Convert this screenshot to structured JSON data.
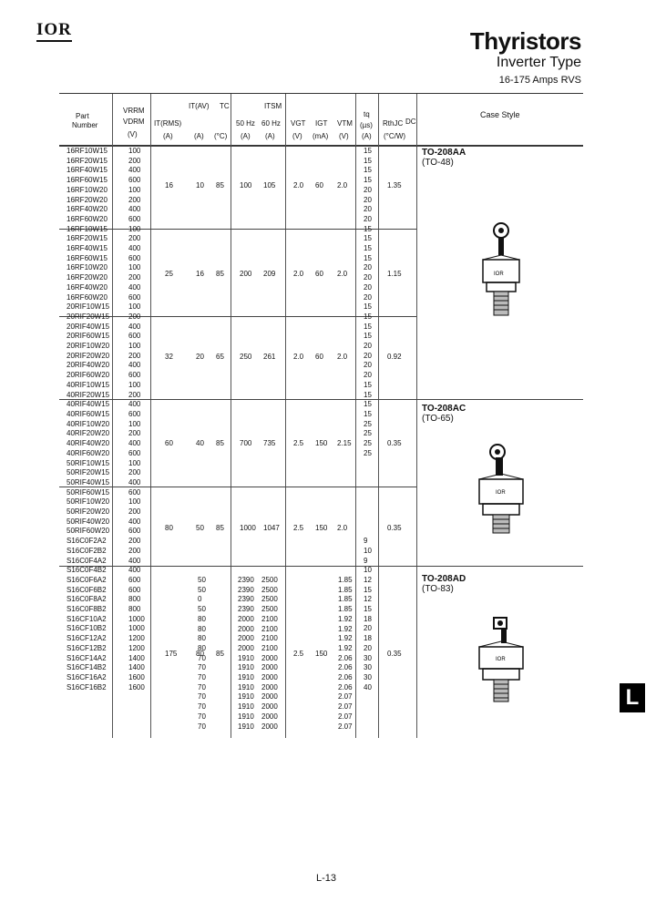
{
  "brand": {
    "logo": "IOR"
  },
  "title": "Thyristors",
  "subtitle": "Inverter Type",
  "range": "16-175 Amps RVS",
  "headers": {
    "part": "Part",
    "number": "Number",
    "vrrm": "VRRM",
    "vdrm": "VDRM",
    "v_unit": "(V)",
    "it_av": "IT(AV)",
    "tc": "TC",
    "it_rms": "IT(RMS)",
    "a_unit": "(A)",
    "tc_unit": "(°C)",
    "itsm": "ITSM",
    "hz50": "50 Hz",
    "hz60": "60 Hz",
    "vgt": "VGT",
    "igt": "IGT",
    "ma_unit": "(mA)",
    "vtm": "VTM",
    "tq": "tq",
    "us_unit": "(µs)",
    "rthjc": "RthJC",
    "dc": "DC",
    "cw_unit": "(°C/W)",
    "case_style": "Case Style"
  },
  "rows": {
    "part": [
      "16RF10W15",
      "16RF20W15",
      "16RF40W15",
      "16RF60W15",
      "16RF10W20",
      "16RF20W20",
      "16RF40W20",
      "16RF60W20",
      "16RF10W15",
      "16RF20W15",
      "16RF40W15",
      "16RF60W15",
      "16RF10W20",
      "16RF20W20",
      "16RF40W20",
      "16RF60W20",
      "20RIF10W15",
      "20RIF20W15",
      "20RIF40W15",
      "20RIF60W15",
      "20RIF10W20",
      "20RIF20W20",
      "20RIF40W20",
      "20RIF60W20",
      "40RIF10W15",
      "40RIF20W15",
      "40RIF40W15",
      "40RIF60W15",
      "40RIF10W20",
      "40RIF20W20",
      "40RIF40W20",
      "40RIF60W20",
      "50RIF10W15",
      "50RIF20W15",
      "50RIF40W15",
      "50RIF60W15",
      "50RIF10W20",
      "50RIF20W20",
      "50RIF40W20",
      "50RIF60W20",
      "S16C0F2A2",
      "S16C0F2B2",
      "S16C0F4A2",
      "S16C0F4B2",
      "S16C0F6A2",
      "S16C0F6B2",
      "S16C0F8A2",
      "S16C0F8B2",
      "S16CF10A2",
      "S16CF10B2",
      "S16CF12A2",
      "S16CF12B2",
      "S16CF14A2",
      "S16CF14B2",
      "S16CF16A2",
      "S16CF16B2"
    ],
    "vrrm": [
      "100",
      "200",
      "400",
      "600",
      "100",
      "200",
      "400",
      "600",
      "100",
      "200",
      "400",
      "600",
      "100",
      "200",
      "400",
      "600",
      "100",
      "200",
      "400",
      "600",
      "100",
      "200",
      "400",
      "600",
      "100",
      "200",
      "400",
      "600",
      "100",
      "200",
      "400",
      "600",
      "100",
      "200",
      "400",
      "600",
      "100",
      "200",
      "400",
      "600",
      "200",
      "200",
      "400",
      "400",
      "600",
      "600",
      "800",
      "800",
      "1000",
      "1000",
      "1200",
      "1200",
      "1400",
      "1400",
      "1600",
      "1600"
    ],
    "it_av_s": [
      "50",
      "50",
      "0",
      "50",
      "80",
      "80",
      "80",
      "80",
      "70",
      "70",
      "70",
      "70",
      "70",
      "70",
      "70",
      "70"
    ],
    "hz50_s": [
      "2390",
      "2390",
      "2390",
      "2390",
      "2000",
      "2000",
      "2000",
      "2000",
      "1910",
      "1910",
      "1910",
      "1910",
      "1910",
      "1910",
      "1910",
      "1910"
    ],
    "hz60_s": [
      "2500",
      "2500",
      "2500",
      "2500",
      "2100",
      "2100",
      "2100",
      "2100",
      "2000",
      "2000",
      "2000",
      "2000",
      "2000",
      "2000",
      "2000",
      "2000"
    ],
    "vtm_s": [
      "1.85",
      "1.85",
      "1.85",
      "1.85",
      "1.92",
      "1.92",
      "1.92",
      "1.92",
      "2.06",
      "2.06",
      "2.06",
      "2.06",
      "2.07",
      "2.07",
      "2.07",
      "2.07"
    ],
    "tq": [
      "15",
      "15",
      "15",
      "15",
      "20",
      "20",
      "20",
      "20",
      "15",
      "15",
      "15",
      "15",
      "20",
      "20",
      "20",
      "20",
      "15",
      "15",
      "15",
      "15",
      "20",
      "20",
      "20",
      "20",
      "15",
      "15",
      "15",
      "15",
      "25",
      "25",
      "25",
      "25",
      "",
      "",
      "",
      "",
      "",
      "",
      "",
      "",
      "9",
      "10",
      "9",
      "10",
      "12",
      "15",
      "12",
      "15",
      "18",
      "20",
      "18",
      "20",
      "30",
      "30",
      "30",
      "40"
    ]
  },
  "groups": [
    {
      "it_rms": "16",
      "it_av": "10",
      "tc": "85",
      "hz50": "100",
      "hz60": "105",
      "vgt": "2.0",
      "igt": "60",
      "vtm": "2.0",
      "rth": "1.35"
    },
    {
      "it_rms": "25",
      "it_av": "16",
      "tc": "85",
      "hz50": "200",
      "hz60": "209",
      "vgt": "2.0",
      "igt": "60",
      "vtm": "2.0",
      "rth": "1.15"
    },
    {
      "it_rms": "32",
      "it_av": "20",
      "tc": "65",
      "hz50": "250",
      "hz60": "261",
      "vgt": "2.0",
      "igt": "60",
      "vtm": "2.0",
      "rth": "0.92"
    },
    {
      "it_rms": "60",
      "it_av": "40",
      "tc": "85",
      "hz50": "700",
      "hz60": "735",
      "vgt": "2.5",
      "igt": "150",
      "vtm": "2.15",
      "rth": "0.35"
    },
    {
      "it_rms": "80",
      "it_av": "50",
      "tc": "85",
      "hz50": "1000",
      "hz60": "1047",
      "vgt": "2.5",
      "igt": "150",
      "vtm": "2.0",
      "rth": "0.35"
    },
    {
      "it_rms": "175",
      "it_av": "80",
      "tc": "85",
      "hz50": "",
      "hz60": "",
      "vgt": "2.5",
      "igt": "150",
      "vtm": "",
      "rth": "0.35"
    }
  ],
  "cases": [
    {
      "name": "TO-208AA",
      "alt": "(TO-48)"
    },
    {
      "name": "TO-208AC",
      "alt": "(TO-65)"
    },
    {
      "name": "TO-208AD",
      "alt": "(TO-83)"
    }
  ],
  "device_marking": "IOR",
  "side_tab": "L",
  "page_number": "L-13"
}
